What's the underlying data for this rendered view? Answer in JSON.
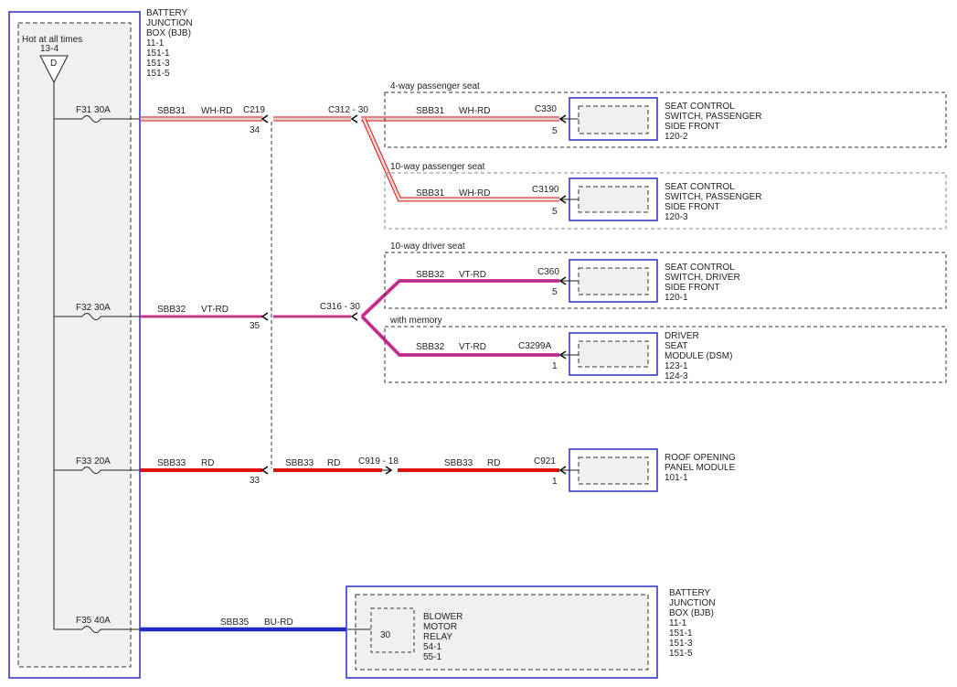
{
  "bjb_left": {
    "lines": [
      "BATTERY",
      "JUNCTION",
      "BOX (BJB)",
      "11-1",
      "151-1",
      "151-3",
      "151-5"
    ],
    "hot_label": "Hot at all times",
    "hot_ref": "13-4",
    "hot_letter": "D"
  },
  "fuses": [
    {
      "label": "F31  30A"
    },
    {
      "label": "F32  30A"
    },
    {
      "label": "F33  20A"
    },
    {
      "label": "F35  40A"
    }
  ],
  "wires": {
    "sbb31_a": {
      "circuit": "SBB31",
      "color": "WH-RD"
    },
    "sbb31_b": {
      "circuit": "SBB31",
      "color": "WH-RD"
    },
    "sbb31_c": {
      "circuit": "SBB31",
      "color": "WH-RD"
    },
    "sbb32_a": {
      "circuit": "SBB32",
      "color": "VT-RD"
    },
    "sbb32_b": {
      "circuit": "SBB32",
      "color": "VT-RD"
    },
    "sbb32_c": {
      "circuit": "SBB32",
      "color": "VT-RD"
    },
    "sbb33_a": {
      "circuit": "SBB33",
      "color": "RD"
    },
    "sbb33_b": {
      "circuit": "SBB33",
      "color": "RD"
    },
    "sbb33_c": {
      "circuit": "SBB33",
      "color": "RD"
    },
    "sbb35": {
      "circuit": "SBB35",
      "color": "BU-RD"
    }
  },
  "connectors": {
    "c219": {
      "name": "C219",
      "pin": "34"
    },
    "c312": {
      "name": "C312  -  30"
    },
    "c330": {
      "name": "C330",
      "pin": "5"
    },
    "c3190": {
      "name": "C3190",
      "pin": "5"
    },
    "pin35": {
      "pin": "35"
    },
    "c316": {
      "name": "C316  -  30"
    },
    "c360": {
      "name": "C360",
      "pin": "5"
    },
    "c3299a": {
      "name": "C3299A",
      "pin": "1"
    },
    "pin33": {
      "pin": "33"
    },
    "c919": {
      "name": "C919  -  18"
    },
    "c921": {
      "name": "C921",
      "pin": "1"
    }
  },
  "options": {
    "four_way_pass": "4-way passenger seat",
    "ten_way_pass": "10-way passenger seat",
    "ten_way_driver": "10-way driver seat",
    "with_memory": "with memory"
  },
  "components": {
    "seat_pass_120_2": [
      "SEAT CONTROL",
      "SWITCH, PASSENGER",
      "SIDE FRONT",
      "120-2"
    ],
    "seat_pass_120_3": [
      "SEAT CONTROL",
      "SWITCH, PASSENGER",
      "SIDE FRONT",
      "120-3"
    ],
    "seat_driver_120_1": [
      "SEAT CONTROL",
      "SWITCH, DRIVER",
      "SIDE FRONT",
      "120-1"
    ],
    "dsm": [
      "DRIVER",
      "SEAT",
      "MODULE (DSM)",
      "123-1",
      "124-3"
    ],
    "roof": [
      "ROOF OPENING",
      "PANEL MODULE",
      "101-1"
    ],
    "bjb_right": [
      "BATTERY",
      "JUNCTION",
      "BOX (BJB)",
      "11-1",
      "151-1",
      "151-3",
      "151-5"
    ],
    "relay": [
      "BLOWER",
      "MOTOR",
      "RELAY",
      "54-1",
      "55-1"
    ],
    "relay_pin": "30"
  },
  "colors": {
    "box_blue": "#2a2fbf",
    "wh_rd_red": "#e0302a",
    "vt_rd_pink": "#e23a8c",
    "vt_rd_purple": "#8a2d8c",
    "rd": "#e01010",
    "bu_rd": "#1f2bbf"
  }
}
